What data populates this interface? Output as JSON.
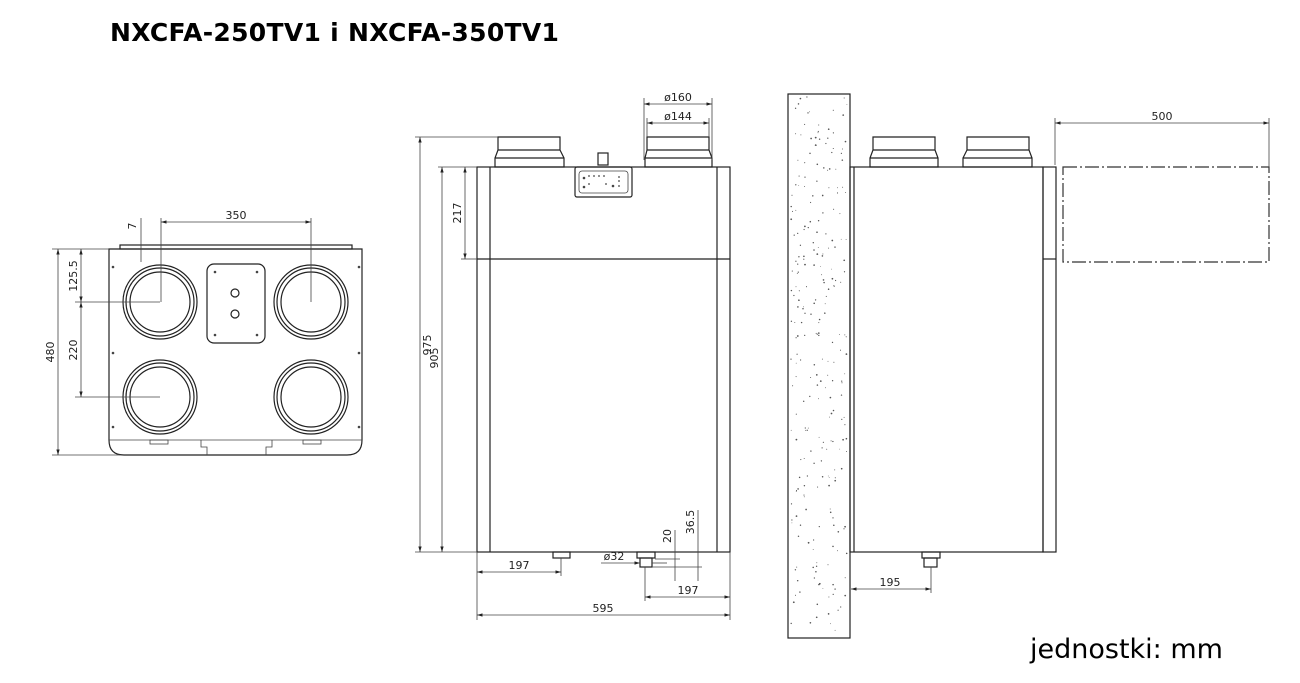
{
  "title": "NXCFA-250TV1 i NXCFA-350TV1",
  "units_label": "jednostki: mm",
  "top_view": {
    "dims": {
      "width_350": "350",
      "offset_7": "7",
      "offset_125_5": "125.5",
      "spacing_220": "220",
      "depth_480": "480"
    }
  },
  "front_view": {
    "dims": {
      "height_975": "975",
      "height_905": "905",
      "height_217": "217",
      "dia_160": "ø160",
      "dia_144": "ø144",
      "drain_197_left": "197",
      "drain_dia_32": "ø32",
      "drain_20": "20",
      "drain_36_5": "36.5",
      "drain_197_right": "197",
      "width_595": "595"
    }
  },
  "side_view": {
    "dims": {
      "clearance_500": "500",
      "drain_195": "195"
    }
  }
}
